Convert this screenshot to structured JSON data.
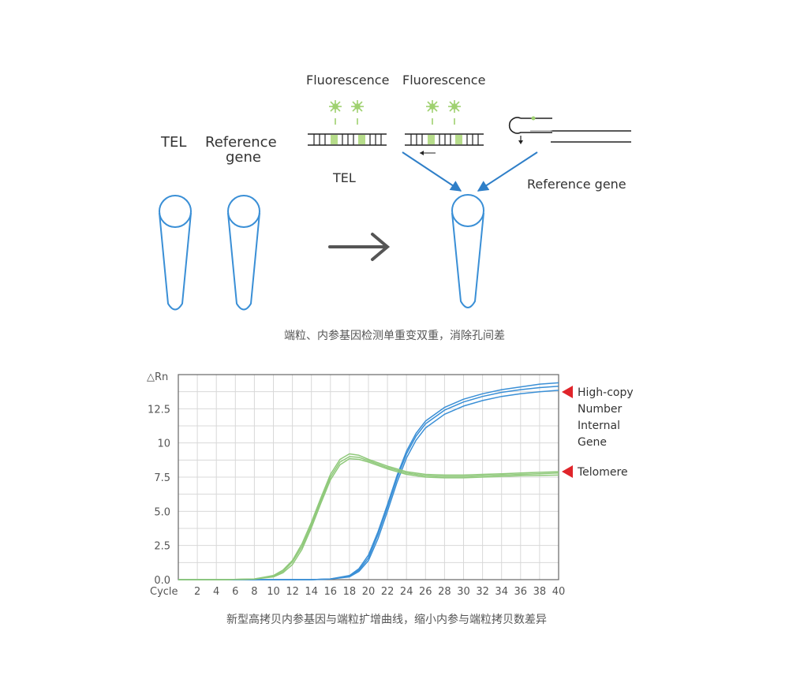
{
  "diagram": {
    "label_tel": "TEL",
    "label_reference_line1": "Reference",
    "label_reference_line2": "gene",
    "fluorescence_left": "Fluorescence",
    "fluorescence_right": "Fluorescence",
    "label_tel_probe": "TEL",
    "label_reference_gene": "Reference gene",
    "caption": "端粒、内参基因检测单重变双重，消除孔间差"
  },
  "chart_data": {
    "type": "line",
    "ylabel": "△Rn",
    "xlabel": "Cycle",
    "x_ticks": [
      2,
      4,
      6,
      8,
      10,
      12,
      14,
      16,
      18,
      20,
      22,
      24,
      26,
      28,
      30,
      32,
      34,
      36,
      38,
      40
    ],
    "y_ticks": [
      "0.0",
      "2.5",
      "5.0",
      "7.5",
      "10",
      "12.5"
    ],
    "xlim": [
      0,
      40
    ],
    "ylim": [
      0,
      15
    ],
    "grid": true,
    "series": [
      {
        "name": "High-copy Number Internal Gene",
        "color": "#3a8fd6",
        "replicates": [
          {
            "x": [
              0,
              5,
              10,
              14,
              16,
              18,
              19,
              20,
              21,
              22,
              23,
              24,
              25,
              26,
              28,
              30,
              32,
              34,
              36,
              38,
              40
            ],
            "y": [
              0,
              0,
              0,
              0,
              0.05,
              0.3,
              0.8,
              1.8,
              3.5,
              5.5,
              7.6,
              9.4,
              10.7,
              11.6,
              12.6,
              13.2,
              13.6,
              13.9,
              14.1,
              14.3,
              14.4
            ]
          },
          {
            "x": [
              0,
              5,
              10,
              14,
              16,
              18,
              19,
              20,
              21,
              22,
              23,
              24,
              25,
              26,
              28,
              30,
              32,
              34,
              36,
              38,
              40
            ],
            "y": [
              0,
              0,
              0,
              0,
              0.05,
              0.25,
              0.7,
              1.6,
              3.3,
              5.3,
              7.4,
              9.2,
              10.5,
              11.4,
              12.4,
              13.0,
              13.4,
              13.7,
              13.9,
              14.05,
              14.15
            ]
          },
          {
            "x": [
              0,
              5,
              10,
              14,
              16,
              18,
              19,
              20,
              21,
              22,
              23,
              24,
              25,
              26,
              28,
              30,
              32,
              34,
              36,
              38,
              40
            ],
            "y": [
              0,
              0,
              0,
              0,
              0.04,
              0.2,
              0.6,
              1.4,
              3.0,
              5.0,
              7.1,
              8.9,
              10.2,
              11.1,
              12.1,
              12.7,
              13.1,
              13.4,
              13.6,
              13.75,
              13.85
            ]
          }
        ]
      },
      {
        "name": "Telomere",
        "color": "#8fc97a",
        "replicates": [
          {
            "x": [
              0,
              5,
              8,
              10,
              11,
              12,
              13,
              14,
              15,
              16,
              17,
              18,
              19,
              20,
              22,
              24,
              26,
              28,
              30,
              32,
              34,
              36,
              38,
              40
            ],
            "y": [
              0,
              0,
              0.05,
              0.3,
              0.7,
              1.4,
              2.6,
              4.2,
              6.0,
              7.7,
              8.8,
              9.2,
              9.1,
              8.8,
              8.3,
              7.9,
              7.7,
              7.65,
              7.65,
              7.7,
              7.75,
              7.8,
              7.85,
              7.9
            ]
          },
          {
            "x": [
              0,
              5,
              8,
              10,
              11,
              12,
              13,
              14,
              15,
              16,
              17,
              18,
              19,
              20,
              22,
              24,
              26,
              28,
              30,
              32,
              34,
              36,
              38,
              40
            ],
            "y": [
              0,
              0,
              0.05,
              0.25,
              0.6,
              1.3,
              2.4,
              4.0,
              5.8,
              7.5,
              8.6,
              9.0,
              8.95,
              8.7,
              8.2,
              7.8,
              7.6,
              7.55,
              7.55,
              7.6,
              7.65,
              7.7,
              7.75,
              7.8
            ]
          },
          {
            "x": [
              0,
              5,
              8,
              10,
              11,
              12,
              13,
              14,
              15,
              16,
              17,
              18,
              19,
              20,
              22,
              24,
              26,
              28,
              30,
              32,
              34,
              36,
              38,
              40
            ],
            "y": [
              0,
              0,
              0.04,
              0.2,
              0.5,
              1.1,
              2.2,
              3.8,
              5.6,
              7.3,
              8.4,
              8.85,
              8.8,
              8.6,
              8.1,
              7.7,
              7.5,
              7.45,
              7.45,
              7.5,
              7.55,
              7.6,
              7.62,
              7.65
            ]
          }
        ]
      }
    ],
    "annotations": {
      "high_copy_line1": "High-copy",
      "high_copy_line2": "Number",
      "high_copy_line3": "Internal",
      "high_copy_line4": "Gene",
      "telomere": "Telomere"
    },
    "caption": "新型高拷贝内参基因与端粒扩增曲线，缩小内参与端粒拷贝数差异"
  }
}
